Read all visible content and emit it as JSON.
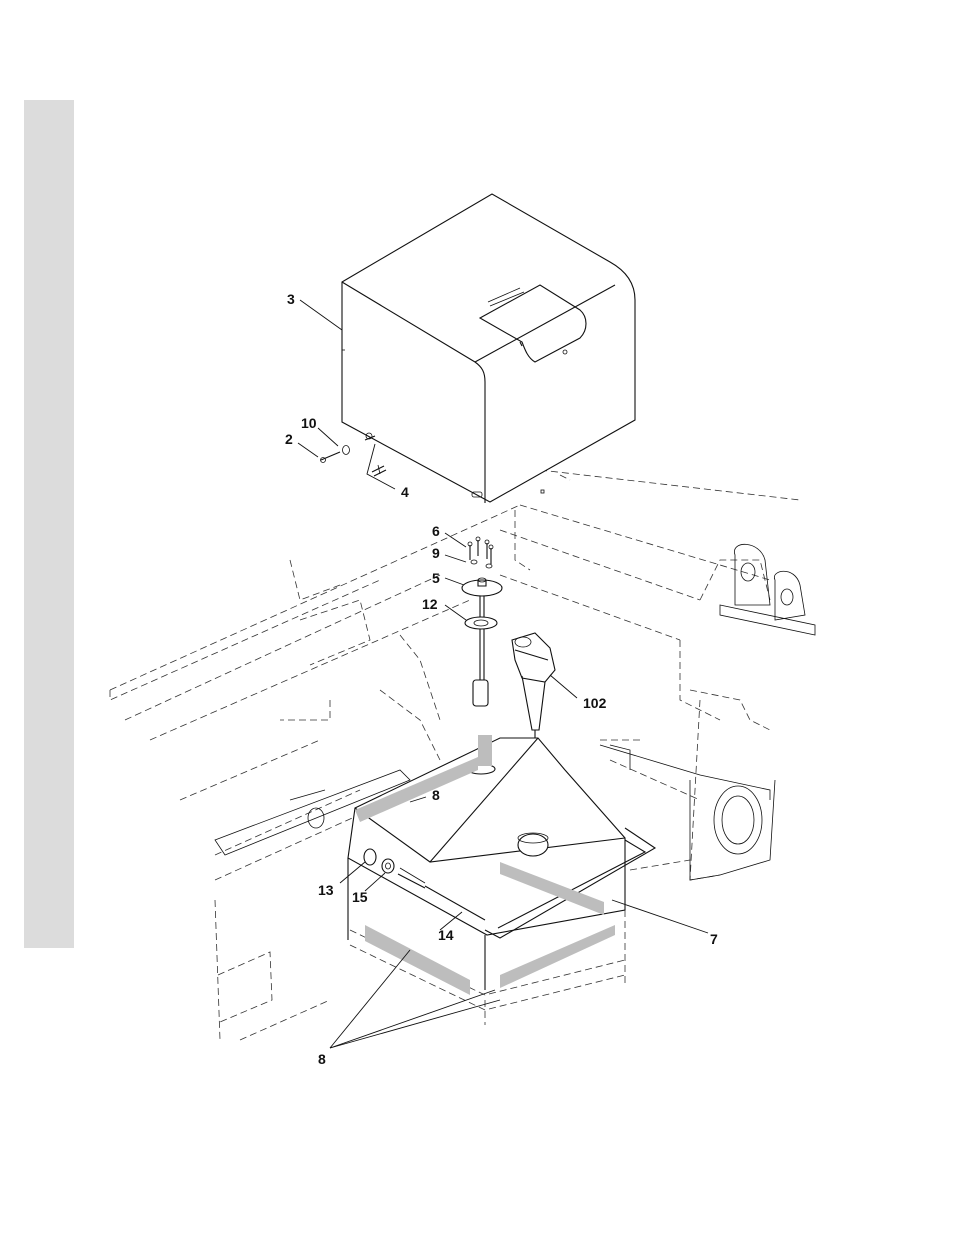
{
  "callouts": {
    "c3": "3",
    "c10": "10",
    "c2": "2",
    "c4": "4",
    "c6": "6",
    "c9": "9",
    "c5": "5",
    "c12": "12",
    "c102": "102",
    "c8a": "8",
    "c13": "13",
    "c15": "15",
    "c14": "14",
    "c7": "7",
    "c8b": "8"
  },
  "colors": {
    "side_tab": "#dcdcdc",
    "insulation_pad": "#bdbdbd",
    "line": "#111111"
  }
}
